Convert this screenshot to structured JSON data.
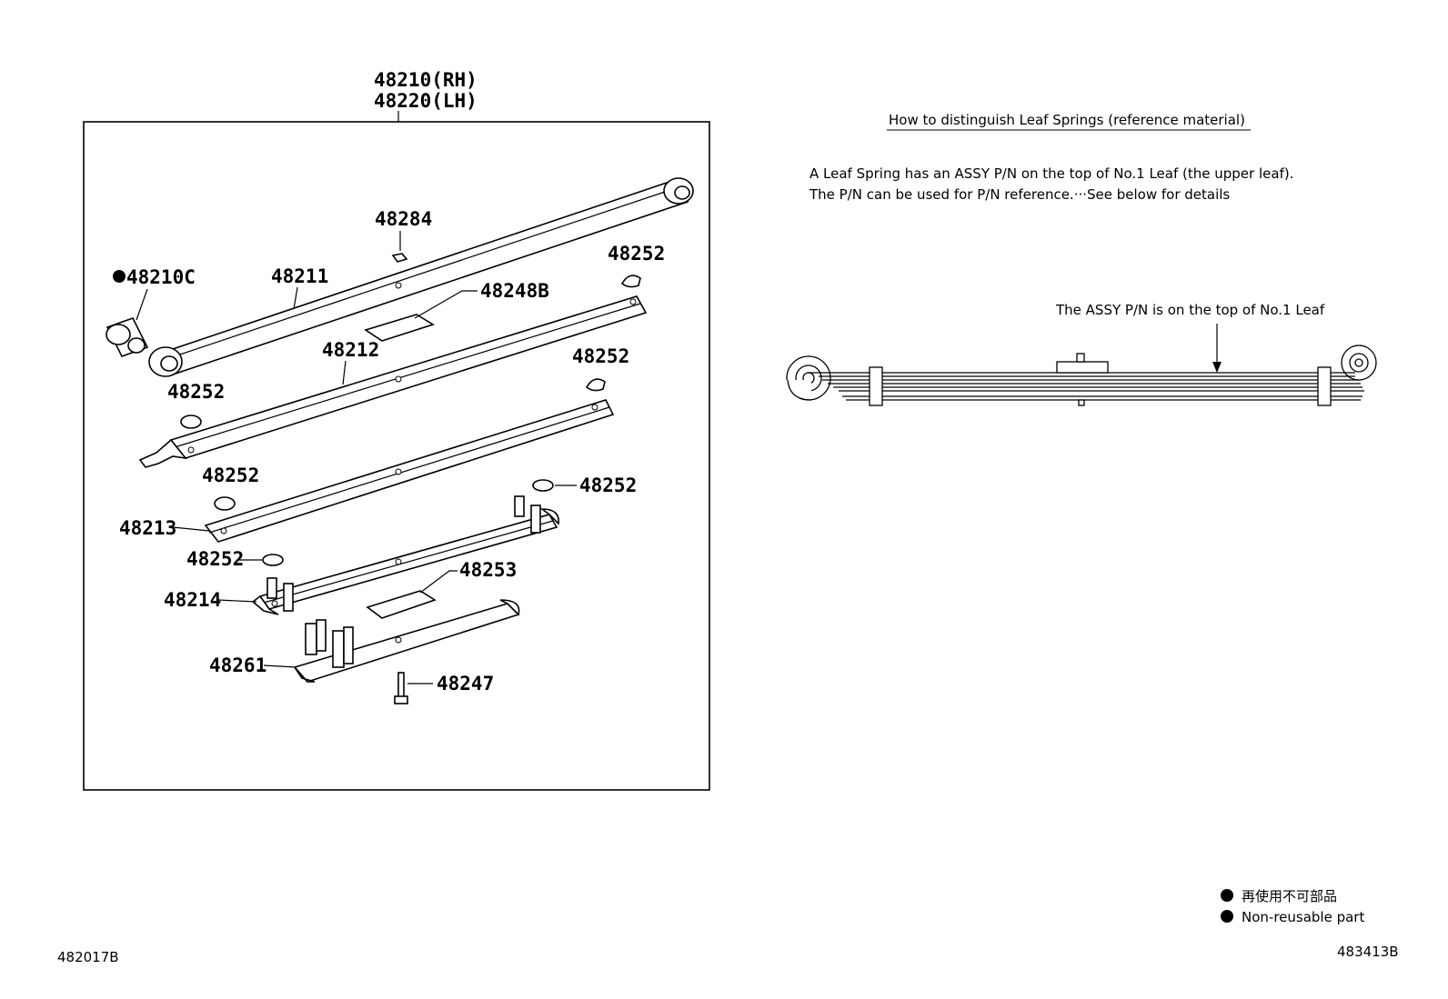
{
  "parts": {
    "assy_rh": "48210(RH)",
    "assy_lh": "48220(LH)",
    "bushing": "48210C",
    "leaf1": "48211",
    "leaf2": "48212",
    "leaf3": "48213",
    "leaf4": "48214",
    "nut": "48284",
    "pad_upper": "48248B",
    "clip_pad": "48252",
    "pad_lower": "48253",
    "seat": "48261",
    "bolt": "48247"
  },
  "reference": {
    "heading": "How to distinguish Leaf Springs (reference material)",
    "line1": "A Leaf Spring has an ASSY P/N on the top of No.1 Leaf (the upper leaf).",
    "line2": "The P/N can be used for P/N reference.···See below for details",
    "callout": "The ASSY P/N is on the top of No.1 Leaf"
  },
  "legend": {
    "jp": "再使用不可部品",
    "en": "Non-reusable part"
  },
  "codes": {
    "left": "482017B",
    "right": "483413B"
  }
}
